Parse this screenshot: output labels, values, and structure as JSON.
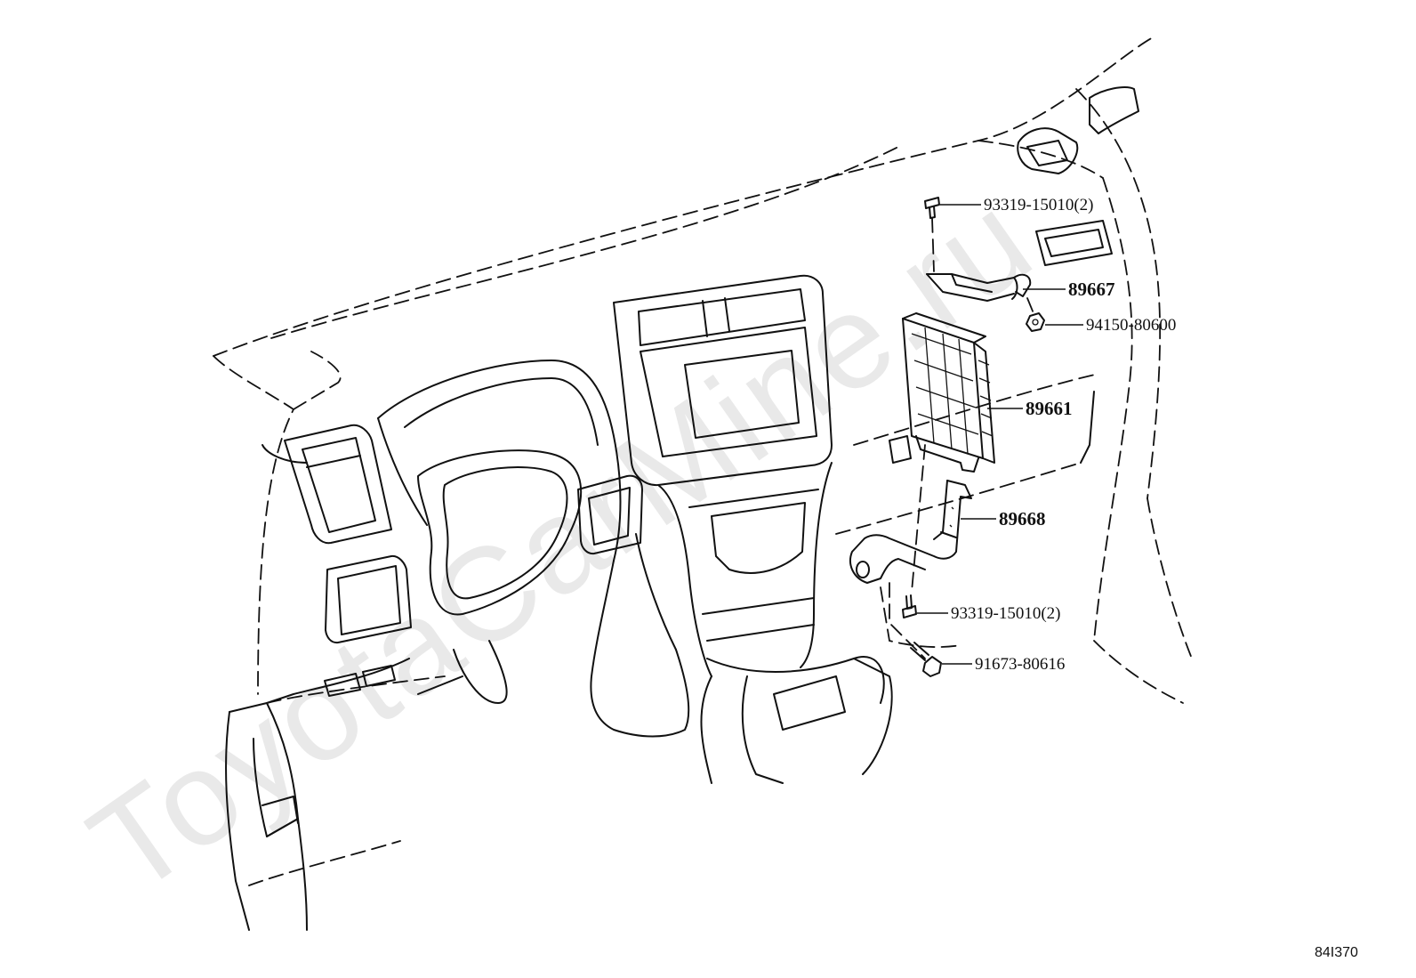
{
  "watermark": "ToyotaCarMine.ru",
  "figure_code": "84I370",
  "callouts": [
    {
      "id": "screw-top",
      "label": "93319-15010(2)",
      "bold": false
    },
    {
      "id": "bracket-top",
      "label": "89667",
      "bold": true
    },
    {
      "id": "nut",
      "label": "94150-80600",
      "bold": false
    },
    {
      "id": "ecu",
      "label": "89661",
      "bold": true
    },
    {
      "id": "bracket-bottom",
      "label": "89668",
      "bold": true
    },
    {
      "id": "screw-bottom",
      "label": "93319-15010(2)",
      "bold": false
    },
    {
      "id": "bolt",
      "label": "91673-80616",
      "bold": false
    }
  ]
}
